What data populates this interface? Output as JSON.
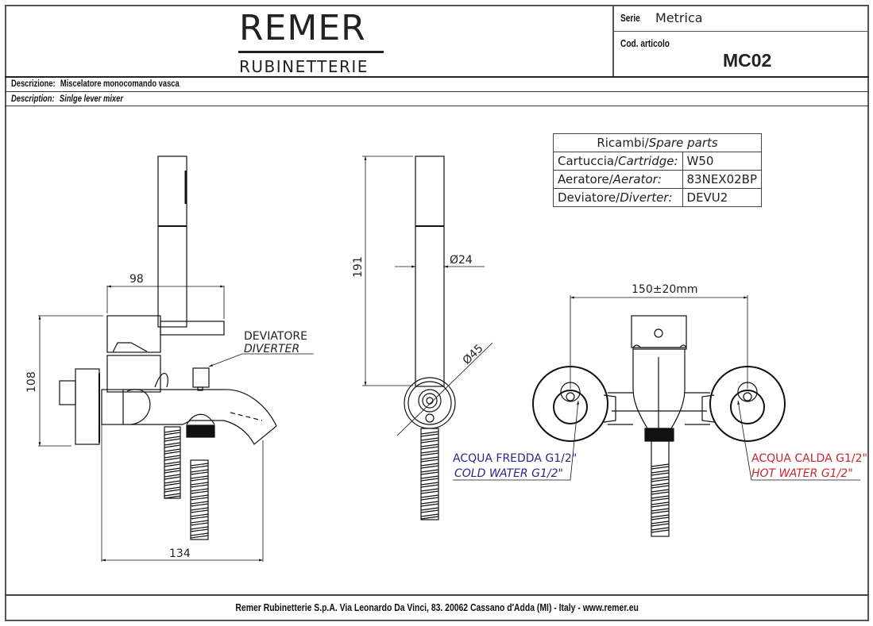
{
  "header": {
    "brand": "REMER",
    "brand_sub": "RUBINETTERIE",
    "serie_label": "Serie",
    "serie_value": "Metrica",
    "code_label": "Cod. articolo",
    "code_value": "MC02"
  },
  "description": {
    "it_label": "Descrizione:",
    "it_value": "Miscelatore monocomando vasca",
    "en_label": "Description:",
    "en_value": "Sinlge lever mixer"
  },
  "spare_parts": {
    "title_it": "Ricambi/",
    "title_en": "Spare parts",
    "rows": [
      {
        "label_it": "Cartuccia/",
        "label_en": "Cartridge:",
        "value": "W50"
      },
      {
        "label_it": "Aeratore/",
        "label_en": "Aerator:",
        "value": "83NEX02BP"
      },
      {
        "label_it": "Deviatore/",
        "label_en": "Diverter:",
        "value": "DEVU2"
      }
    ]
  },
  "dimensions": {
    "side_width_top": "98",
    "side_height": "108",
    "side_width_bottom": "134",
    "hand_shower_length": "191",
    "hand_shower_diameter": "Ø24",
    "holder_diameter": "Ø45",
    "inlet_spacing": "150±20mm"
  },
  "callouts": {
    "diverter_it": "DEVIATORE",
    "diverter_en": "DIVERTER",
    "cold_it": "ACQUA FREDDA G1/2\"",
    "cold_en": "COLD WATER G1/2\"",
    "hot_it": "ACQUA CALDA G1/2\"",
    "hot_en": "HOT WATER G1/2\""
  },
  "colors": {
    "cold": "#27288a",
    "hot": "#c8272e"
  },
  "footer": {
    "address": "Remer Rubinetterie S.p.A. Via Leonardo Da Vinci, 83. 20062 Cassano d'Adda (MI) - Italy - www.remer.eu"
  }
}
